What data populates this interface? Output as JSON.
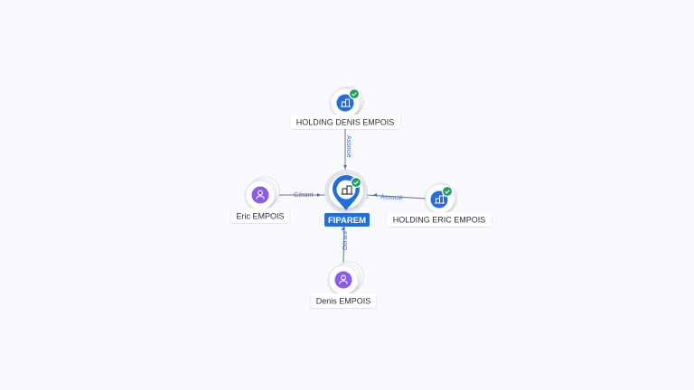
{
  "colors": {
    "background": "#f8f9fc",
    "company_blue": "#1f6fe0",
    "person_purple": "#8a5cf0",
    "verified_green": "#1e9e57",
    "edge_gray": "#6b7280",
    "edge_label_blue": "#3a6fd8",
    "center_label_bg": "#1f6fe0"
  },
  "center": {
    "label": "FIPAREM",
    "icon": "building-icon",
    "verified_icon": "check-badge-icon"
  },
  "nodes": [
    {
      "label": "HOLDING DENIS EMPOIS",
      "type": "company",
      "icon": "building-icon",
      "verified": true
    },
    {
      "label": "HOLDING ERIC EMPOIS",
      "type": "company",
      "icon": "building-icon",
      "verified": true
    },
    {
      "label": "Eric EMPOIS",
      "type": "person",
      "icon": "person-icon",
      "verified": false
    },
    {
      "label": "Denis EMPOIS",
      "type": "person",
      "icon": "person-icon",
      "verified": false
    }
  ],
  "edges": [
    {
      "label": "Associé"
    },
    {
      "label": "Associé"
    },
    {
      "label": "Gérant"
    },
    {
      "label": "Gérant"
    }
  ]
}
